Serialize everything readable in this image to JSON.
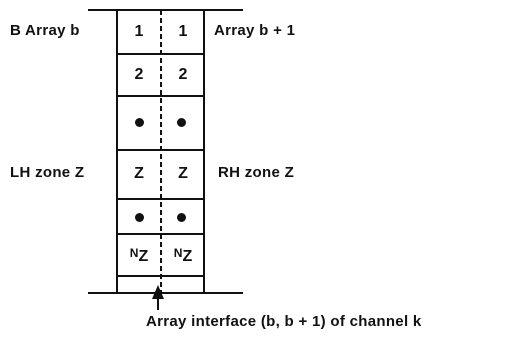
{
  "labels": {
    "left_top": "B Array b",
    "right_top": "Array b + 1",
    "left_mid": "LH zone Z",
    "right_mid": "RH zone Z",
    "bottom": "Array interface (b, b + 1) of channel k"
  },
  "cells": {
    "row1_left": "1",
    "row1_right": "1",
    "row2_left": "2",
    "row2_right": "2",
    "row4_left": "Z",
    "row4_right": "Z",
    "row6_left_base": "N",
    "row6_left_sub": "Z",
    "row6_right_base": "N",
    "row6_right_sub": "Z"
  }
}
